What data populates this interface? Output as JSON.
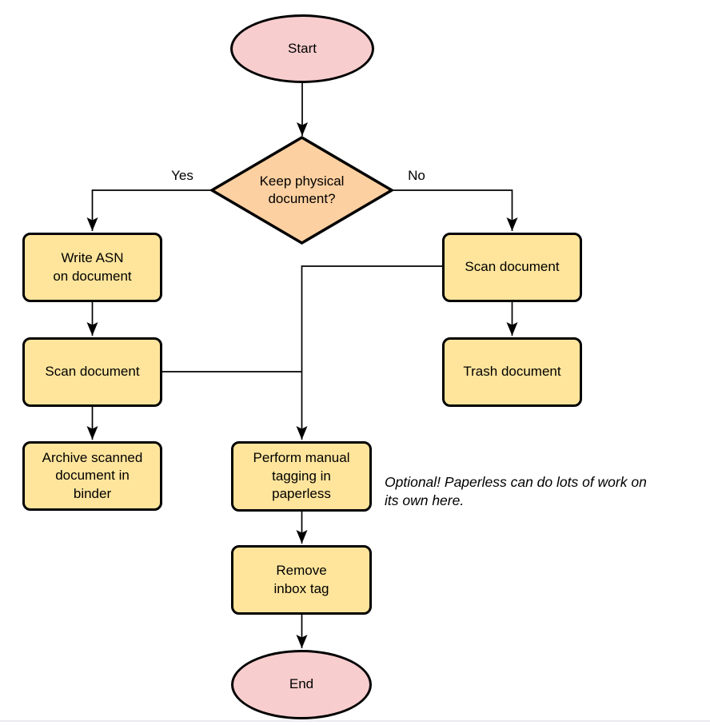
{
  "colors": {
    "terminal_fill": "#f8cdce",
    "decision_fill": "#fdd0a1",
    "process_fill": "#ffe59c",
    "stroke": "#000000"
  },
  "nodes": {
    "start": {
      "type": "terminal",
      "label": "Start"
    },
    "decision": {
      "type": "decision",
      "label": [
        "Keep physical",
        "document?"
      ]
    },
    "write_asn": {
      "type": "process",
      "label": [
        "Write ASN",
        "on document"
      ]
    },
    "scan_left": {
      "type": "process",
      "label": "Scan document"
    },
    "archive": {
      "type": "process",
      "label": [
        "Archive scanned",
        "document in",
        "binder"
      ]
    },
    "scan_right": {
      "type": "process",
      "label": "Scan document"
    },
    "trash": {
      "type": "process",
      "label": "Trash document"
    },
    "tagging": {
      "type": "process",
      "label": [
        "Perform manual",
        "tagging in",
        "paperless"
      ]
    },
    "remove_inbox": {
      "type": "process",
      "label": [
        "Remove",
        "inbox tag"
      ]
    },
    "end": {
      "type": "terminal",
      "label": "End"
    }
  },
  "edge_labels": {
    "yes": "Yes",
    "no": "No"
  },
  "annotation": {
    "text": [
      "Optional! Paperless can do lots of work on",
      "its own here."
    ]
  }
}
